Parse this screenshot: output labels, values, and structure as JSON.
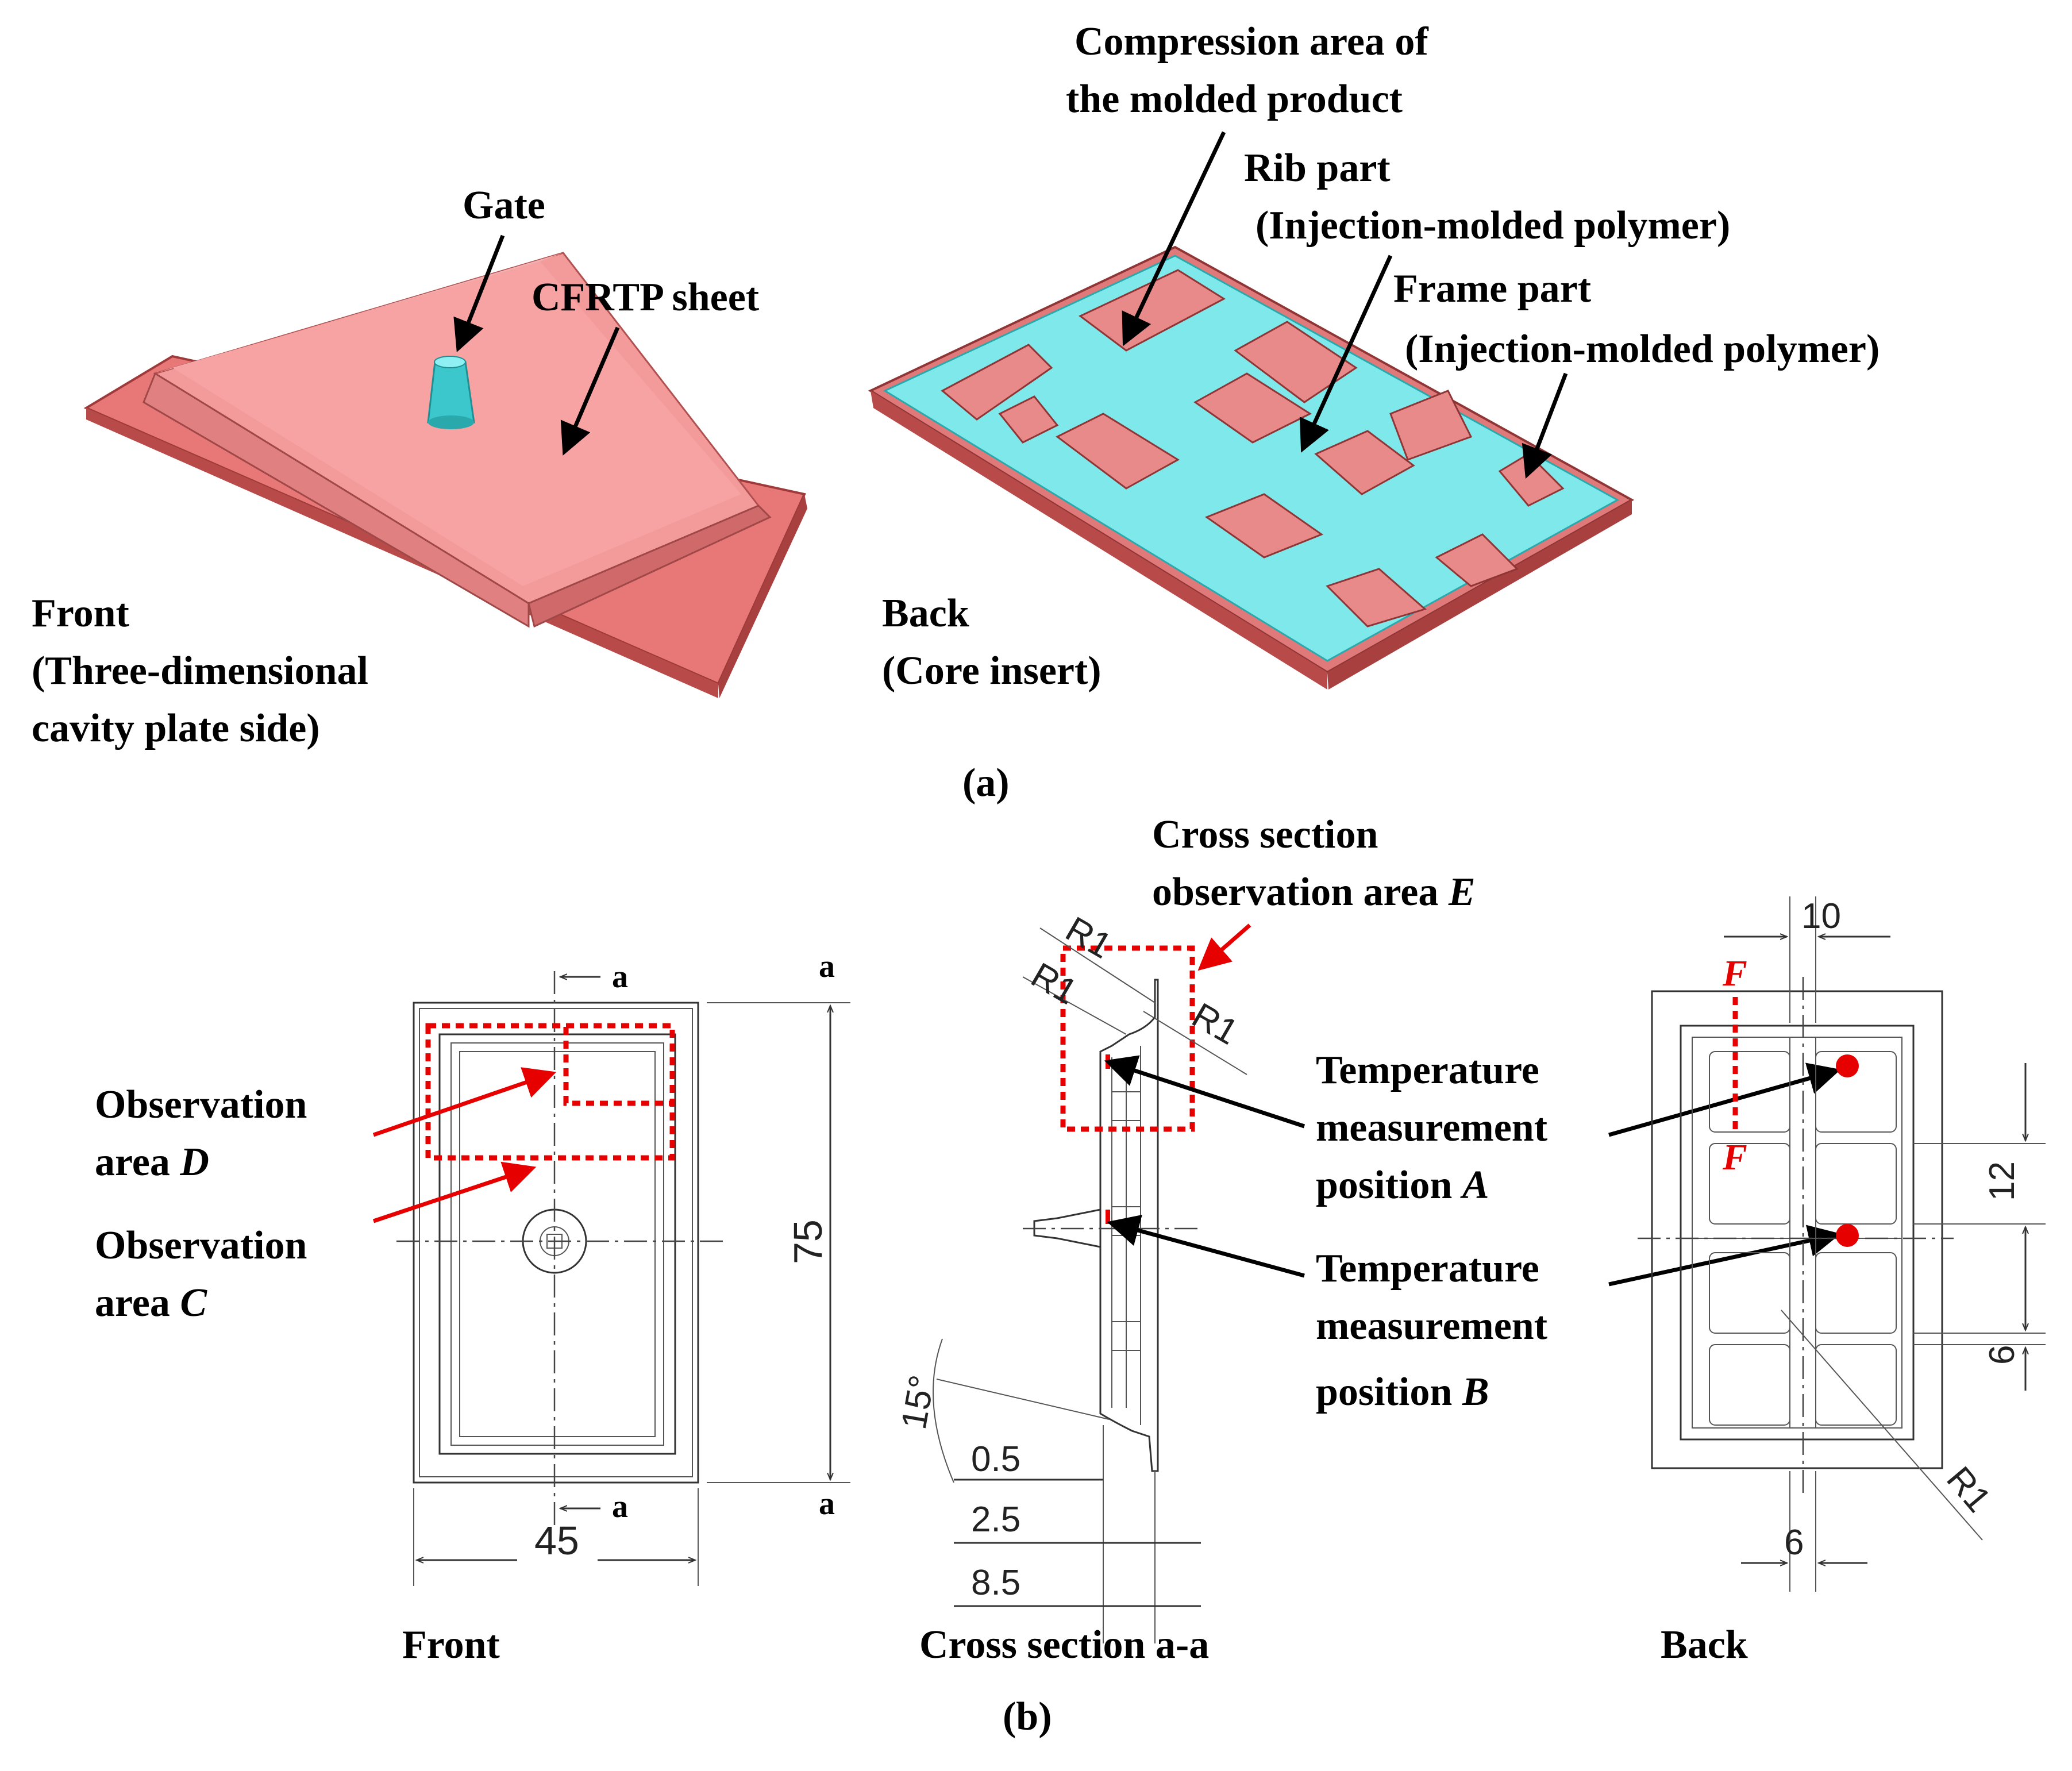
{
  "panel_a": {
    "front_caption": [
      "Front",
      "(Three-dimensional",
      "cavity plate side)"
    ],
    "back_caption": [
      "Back",
      "(Core insert)"
    ],
    "gate": "Gate",
    "cfrtp": "CFRTP sheet",
    "compression": [
      "Compression area of",
      "the molded product"
    ],
    "rib": [
      "Rib part",
      "(Injection-molded polymer)"
    ],
    "frame": [
      "Frame part",
      "(Injection-molded polymer)"
    ],
    "label": "(a)",
    "colors": {
      "sheet": "#f28b8b",
      "sheet_dark": "#c85a5a",
      "polymer": "#7fe8ea",
      "polymer_dark": "#3cc7cc"
    }
  },
  "panel_b": {
    "obs_d": [
      "Observation",
      "area "
    ],
    "obs_d_letter": "D",
    "obs_c": [
      "Observation",
      "area "
    ],
    "obs_c_letter": "C",
    "section_mark_a": "a",
    "dim_75": "75",
    "dim_45": "45",
    "front_title": "Front",
    "cross_obs": [
      "Cross section",
      "observation area "
    ],
    "cross_obs_letter": "E",
    "r1": "R1",
    "angle": "15°",
    "dim_05": "0.5",
    "dim_25": "2.5",
    "dim_85": "8.5",
    "cross_title": "Cross section a-a",
    "temp_a": [
      "Temperature",
      "measurement",
      "position "
    ],
    "temp_a_letter": "A",
    "temp_b": [
      "Temperature",
      "measurement",
      "position "
    ],
    "temp_b_letter": "B",
    "f_mark": "F",
    "dim_10": "10",
    "dim_12": "12",
    "dim_6": "6",
    "back_title": "Back",
    "label": "(b)",
    "colors": {
      "red": "#e60000"
    }
  }
}
